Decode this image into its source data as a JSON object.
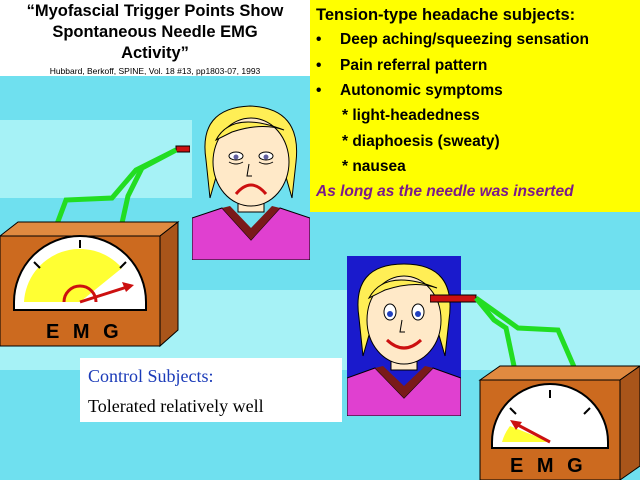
{
  "title": {
    "text": "“Myofascial Trigger Points Show\nSpontaneous Needle EMG\nActivity”",
    "citation": "Hubbard, Berkoff, SPINE, Vol. 18 #13, pp1803-07, 1993"
  },
  "tension_box": {
    "heading": "Tension-type headache subjects:",
    "bullets": [
      "Deep aching/squeezing sensation",
      "Pain referral pattern",
      "Autonomic symptoms"
    ],
    "sub_items": [
      "* light-headedness",
      "* diaphoesis (sweaty)",
      "* nausea"
    ],
    "note": "As long as the needle was inserted"
  },
  "control_box": {
    "title": "Control Subjects:",
    "body": "Tolerated relatively well"
  },
  "emg_left": {
    "label": "E M G"
  },
  "emg_right": {
    "label": "E M G"
  },
  "colors": {
    "background": "#6fe0ef",
    "info_box": "#ffff00",
    "needle": "#cc1010",
    "wire": "#22dd22",
    "box_wood": "#cc6a1f",
    "meter_face": "#ffff33",
    "shirt": "#e040d0"
  }
}
